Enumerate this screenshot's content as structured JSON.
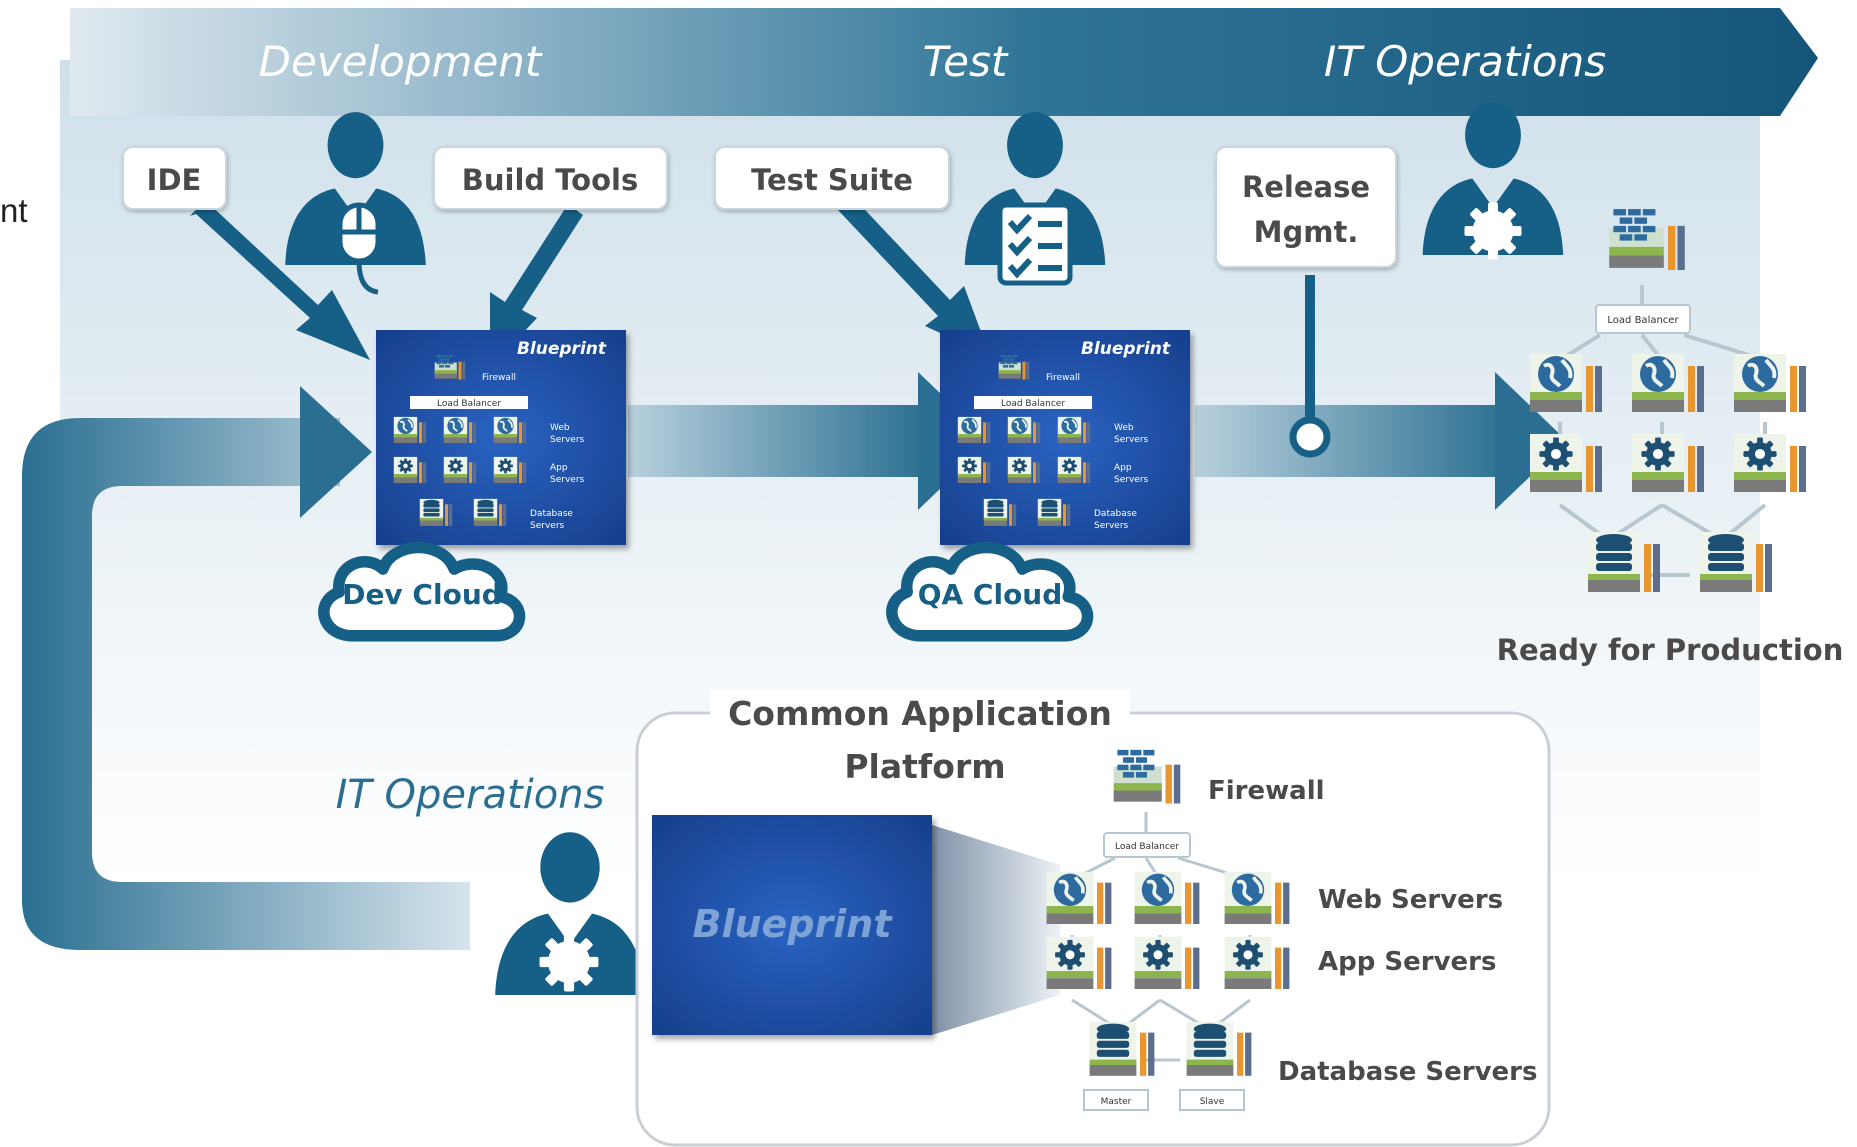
{
  "side_text": "nt",
  "phases": {
    "development": "Development",
    "test": "Test",
    "it_operations": "IT Operations"
  },
  "tools": {
    "ide": "IDE",
    "build_tools": "Build Tools",
    "test_suite": "Test Suite",
    "release_line1": "Release",
    "release_line2": "Mgmt."
  },
  "mini_blueprint": {
    "title": "Blueprint",
    "firewall": "Firewall",
    "load_balancer": "Load Balancer",
    "web_line1": "Web",
    "web_line2": "Servers",
    "app_line1": "App",
    "app_line2": "Servers",
    "db_line1": "Database",
    "db_line2": "Servers"
  },
  "clouds": {
    "dev": "Dev Cloud",
    "qa": "QA Cloud"
  },
  "production": {
    "load_balancer": "Load Balancer",
    "label": "Ready for Production"
  },
  "platform": {
    "title_line1": "Common Application",
    "title_line2": "Platform",
    "ops_label": "IT Operations",
    "blueprint": "Blueprint",
    "load_balancer": "Load Balancer",
    "firewall": "Firewall",
    "web_servers": "Web Servers",
    "app_servers": "App Servers",
    "database_servers": "Database Servers",
    "master": "Master",
    "slave": "Slave"
  },
  "colors": {
    "primary_blue": "#165f86",
    "banner_dark": "#1b5a7c",
    "blueprint_blue": "#1f4fa8",
    "server_orange": "#e9962f",
    "server_green": "#8db54d",
    "server_gray": "#7a7a7a",
    "text_dark": "#4a4a4a"
  }
}
